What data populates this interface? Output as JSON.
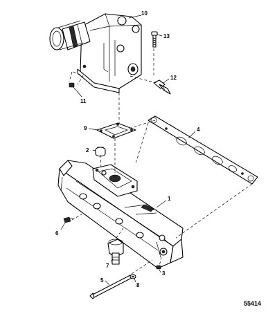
{
  "figure": {
    "number": "55414"
  },
  "callouts": {
    "c1": "1",
    "c2": "2",
    "c3": "3",
    "c4": "4",
    "c5": "5",
    "c6": "6",
    "c7": "7",
    "c8": "8",
    "c9": "9",
    "c10": "10",
    "c11": "11",
    "c12": "12",
    "c13": "13"
  },
  "parts": {
    "c1": "exhaust-manifold",
    "c2": "plug",
    "c3": "drain-plug",
    "c4": "manifold-gasket",
    "c5": "bolt",
    "c6": "drain-plug",
    "c7": "hose-fitting",
    "c8": "washer",
    "c9": "elbow-gasket",
    "c10": "exhaust-elbow",
    "c11": "plug",
    "c12": "hose-fitting",
    "c13": "bolt"
  }
}
